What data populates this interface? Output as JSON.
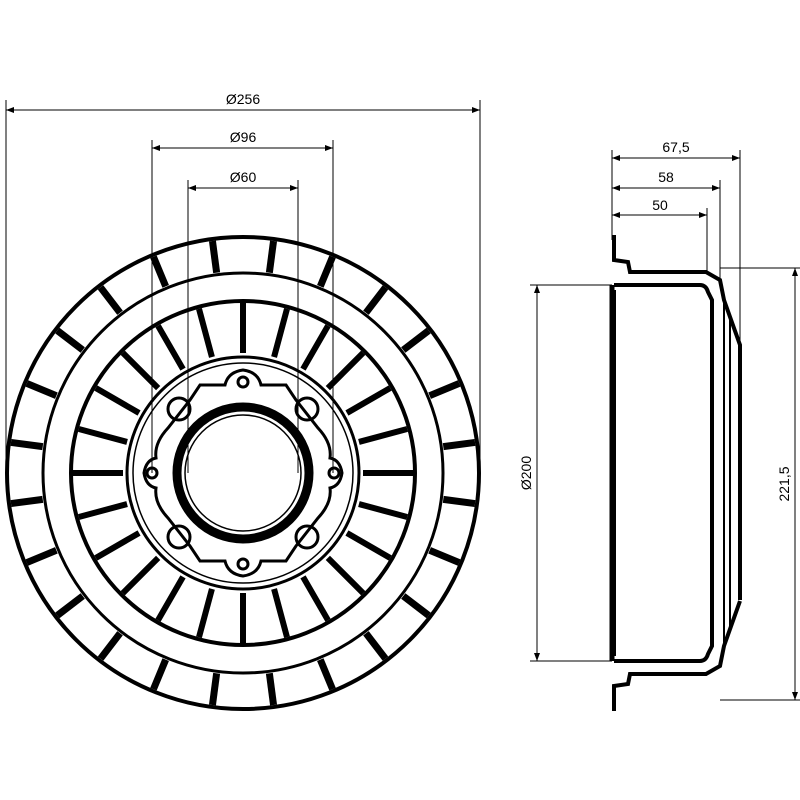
{
  "drawing": {
    "line_color": "#000000",
    "background": "#ffffff",
    "front_view": {
      "dimensions": {
        "outer_diameter": "Ø256",
        "bolt_circle": "Ø96",
        "center_bore": "Ø60"
      },
      "outer_fin_count": 24,
      "inner_fin_count": 24,
      "wheel_stud_holes": 4,
      "small_holes": 4
    },
    "side_view": {
      "dimensions": {
        "total_height": "67,5",
        "height_mid": "58",
        "height_inner": "50",
        "braking_diameter": "Ø200",
        "outer_diameter": "221,5"
      }
    }
  }
}
